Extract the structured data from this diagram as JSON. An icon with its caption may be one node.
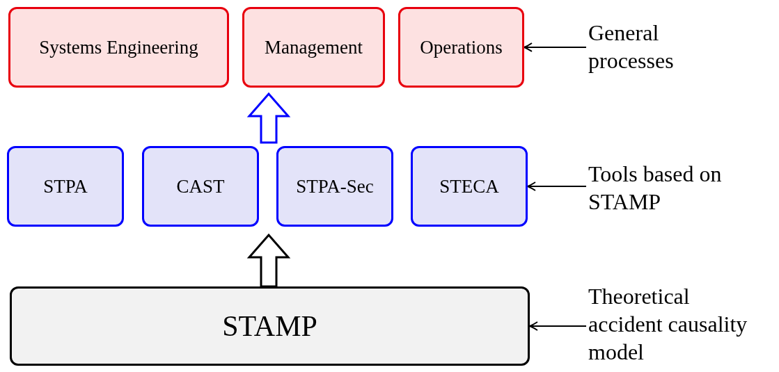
{
  "diagram": {
    "nodes": [
      {
        "text": [
          "Systems Engineering"
        ]
      },
      {
        "text": [
          "Management"
        ]
      },
      {
        "text": [
          "Operations"
        ]
      },
      {
        "text": [
          "STPA"
        ]
      },
      {
        "text": [
          "CAST"
        ]
      },
      {
        "text": [
          "STPA-Sec"
        ]
      },
      {
        "text": [
          "STECA"
        ]
      },
      {
        "text": [
          "STAMP"
        ]
      },
      {
        "text": [
          "General processes"
        ]
      },
      {
        "text": [
          "Tools based on STAMP"
        ]
      },
      {
        "text": [
          "Theoretical accident causality model"
        ]
      }
    ],
    "edges": [
      {
        "from": null,
        "to": 1,
        "arrow": "to",
        "color": "#0000ff"
      },
      {
        "from": 7,
        "to": null,
        "arrow": "to"
      },
      {
        "from": 8,
        "to": 2,
        "arrow": "to"
      },
      {
        "from": 9,
        "to": 6,
        "arrow": "to"
      },
      {
        "from": 10,
        "to": 7,
        "arrow": "to"
      }
    ]
  }
}
